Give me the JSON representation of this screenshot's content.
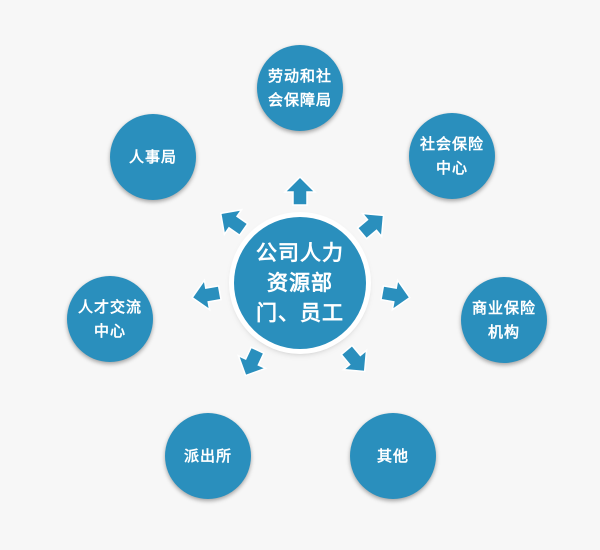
{
  "center": {
    "label": "公司人力资源部门、员工"
  },
  "nodes": [
    {
      "id": "labor-bureau",
      "label": "劳动和社会保障局"
    },
    {
      "id": "social-insurance-center",
      "label": "社会保险中心"
    },
    {
      "id": "commercial-insurance",
      "label": "商业保险机构"
    },
    {
      "id": "other",
      "label": "其他"
    },
    {
      "id": "police-station",
      "label": "派出所"
    },
    {
      "id": "talent-center",
      "label": "人才交流中心"
    },
    {
      "id": "personnel-bureau",
      "label": "人事局"
    }
  ],
  "colors": {
    "circle": "#2a8fbd",
    "arrow": "#2a8fbd",
    "background": "#f7f7f7",
    "text": "#ffffff"
  }
}
